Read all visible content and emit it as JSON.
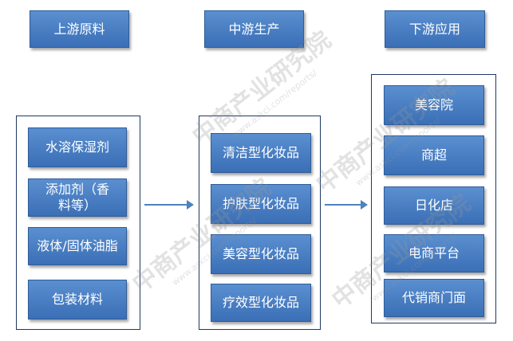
{
  "headers": [
    "上游原料",
    "中游生产",
    "下游应用"
  ],
  "upstream": [
    "水溶保湿剂",
    "添加剂（香料等）",
    "液体/固体油脂",
    "包装材料"
  ],
  "midstream": [
    "清洁型化妆品",
    "护肤型化妆品",
    "美容型化妆品",
    "疗效型化妆品"
  ],
  "downstream": [
    "美容院",
    "商超",
    "日化店",
    "电商平台",
    "代销商门面"
  ],
  "watermark": {
    "text": "中商产业研究院",
    "url": "www.askci.com/reports/"
  },
  "colors": {
    "box_top": "#5a8fd0",
    "box_bottom": "#3b6fb6",
    "frame": "#1f3864",
    "arrow": "#4f81bd"
  }
}
